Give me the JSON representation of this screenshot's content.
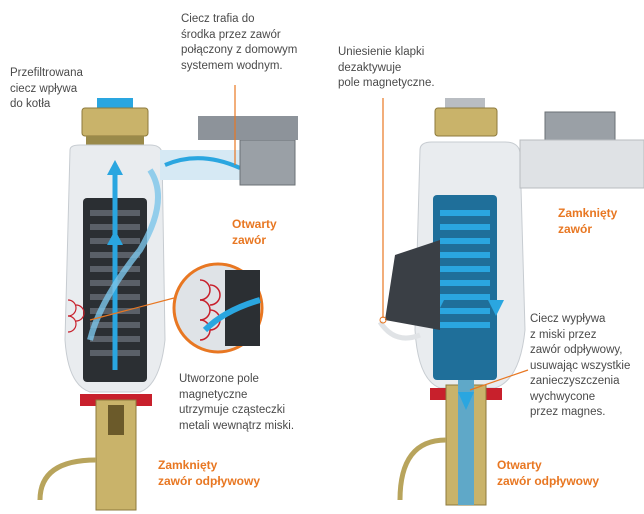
{
  "colors": {
    "accent": "#e87722",
    "water": "#2aa6e0",
    "brass": "#c9b36a",
    "body": "#e9ecef",
    "core": "#2b2f33",
    "seal": "#c8202c"
  },
  "labels": {
    "filtered_inflow": "Przefiltrowana\nciecz wpływa\ndo kotła",
    "liquid_enters": "Ciecz trafia do\nśrodka przez zawór\npołączony z domowym\nsystemem wodnym.",
    "lift_flap": "Uniesienie klapki\ndezaktywuje\npole magnetyczne.",
    "open_valve": "Otwarty\nzawór",
    "closed_valve": "Zamknięty\nzawór",
    "magnetic_field": "Utworzone pole\nmagnetyczne\nutrzymuje cząsteczki\nmetali wewnątrz miski.",
    "liquid_drains": "Ciecz wypływa\nz miski przez\nzawór odpływowy,\nusuwając wszystkie\nzanieczyszczenia\nwychwycone\nprzez magnes.",
    "closed_drain": "Zamknięty\nzawór odpływowy",
    "open_drain": "Otwarty\nzawór odpływowy"
  }
}
